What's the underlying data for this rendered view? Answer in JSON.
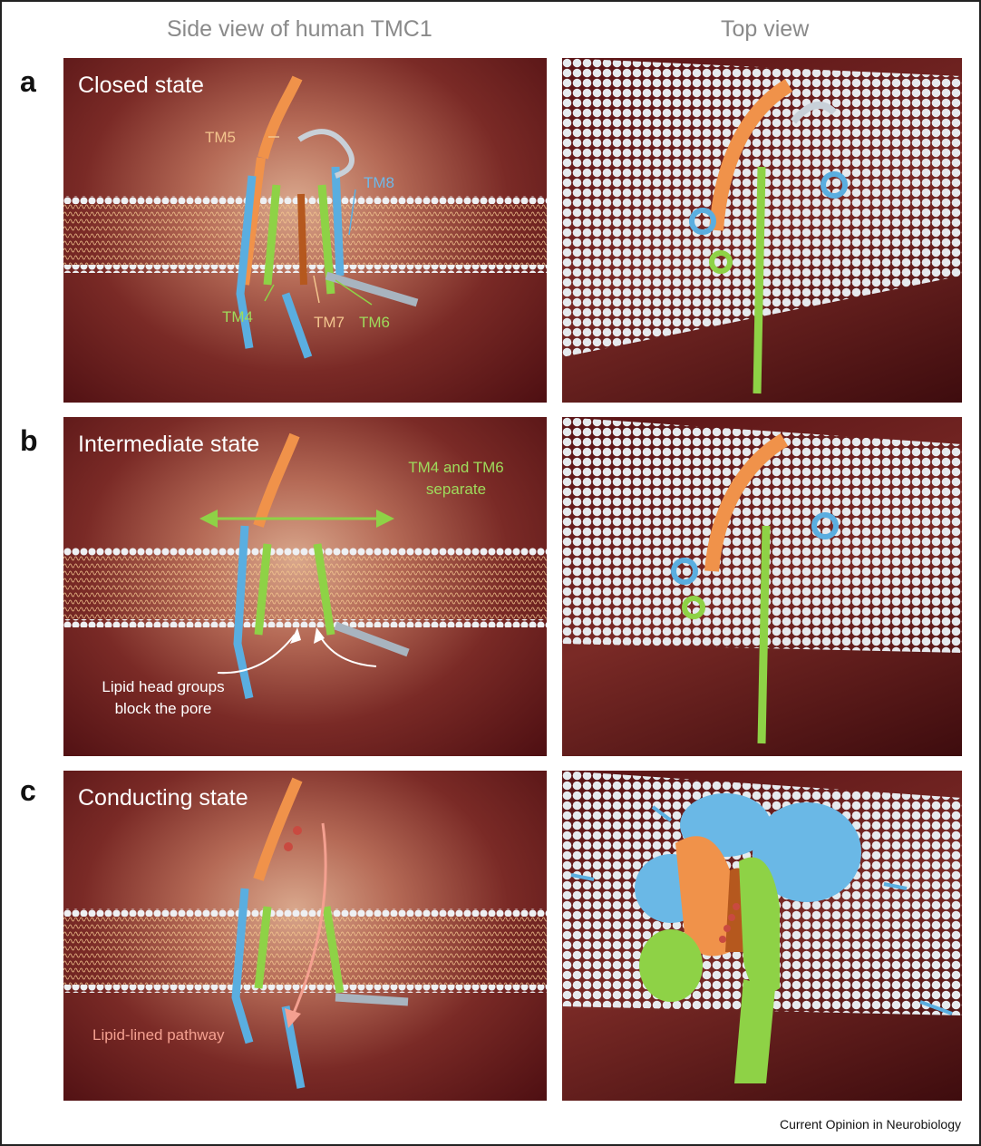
{
  "columns": {
    "left_title": "Side view of human TMC1",
    "right_title": "Top view"
  },
  "panels": [
    {
      "letter": "a",
      "state": "Closed state"
    },
    {
      "letter": "b",
      "state": "Intermediate state"
    },
    {
      "letter": "c",
      "state": "Conducting state"
    }
  ],
  "labels": {
    "tm5": "TM5",
    "tm8": "TM8",
    "tm4": "TM4",
    "tm7": "TM7",
    "tm6": "TM6",
    "separate_line1": "TM4 and TM6",
    "separate_line2": "separate",
    "lipid_line1": "Lipid head groups",
    "lipid_line2": "block the pore",
    "pathway": "Lipid-lined pathway"
  },
  "colors": {
    "tm5_orange": "#f0924a",
    "tm_blue": "#5aaee0",
    "tm_green": "#8ed246",
    "tm7_brown": "#b5581e",
    "lipid_head": "#e8ecf0",
    "pathway_pink": "#f4a090"
  },
  "credit": "Current Opinion in Neurobiology"
}
